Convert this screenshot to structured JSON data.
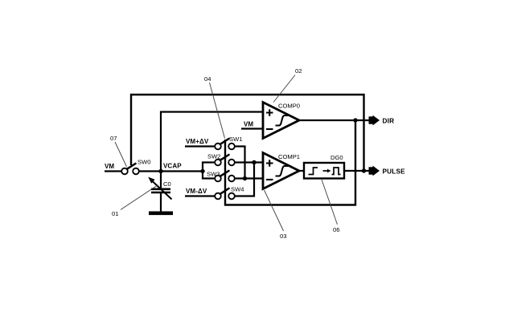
{
  "figure": {
    "type": "circuit-schematic",
    "background_color": "#ffffff",
    "ink_color": "#000000",
    "leader_line_color": "#3c3c3c"
  },
  "net_labels": {
    "vm_in": "VM",
    "vcap": "VCAP",
    "vm_plus_dv": "VM+ΔV",
    "vm_minus_dv": "VM-ΔV",
    "vm_ref": "VM"
  },
  "components": {
    "sw0": {
      "label": "SW0",
      "type": "analog-switch"
    },
    "sw1": {
      "label": "SW1",
      "type": "analog-switch"
    },
    "sw2": {
      "label": "SW2",
      "type": "analog-switch"
    },
    "sw3": {
      "label": "SW3",
      "type": "analog-switch"
    },
    "sw4": {
      "label": "SW4",
      "type": "analog-switch"
    },
    "c0": {
      "label": "C0",
      "type": "variable-capacitor"
    },
    "comp0": {
      "label": "COMP0",
      "plus": "+",
      "minus": "−",
      "type": "hysteresis-comparator"
    },
    "comp1": {
      "label": "COMP1",
      "plus": "+",
      "minus": "−",
      "type": "hysteresis-comparator"
    },
    "dg0": {
      "label": "DG0",
      "type": "edge-to-pulse-generator"
    }
  },
  "outputs": {
    "dir": "DIR",
    "pulse": "PULSE"
  },
  "reference_numerals": {
    "r01": "01",
    "r02": "02",
    "r03": "03",
    "r04": "04",
    "r06": "06",
    "r07": "07"
  },
  "icons": {
    "comparator_body": "triangle-with-hysteresis-curve",
    "dg0_symbol": "edge-arrow-pulse",
    "output_terminal": "filled-right-arrow",
    "ground": "single-bar-ground",
    "capacitor_arrow": "adjustable-arrow"
  }
}
